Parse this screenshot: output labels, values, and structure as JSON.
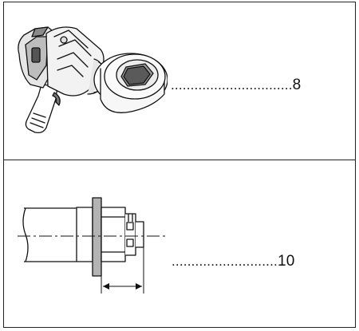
{
  "items": [
    {
      "label_leader": "...............................",
      "value": "8",
      "figure": "impact-wrench-with-socket"
    },
    {
      "label_leader": "...........................",
      "value": "10",
      "figure": "flange-nut-measurement"
    }
  ]
}
